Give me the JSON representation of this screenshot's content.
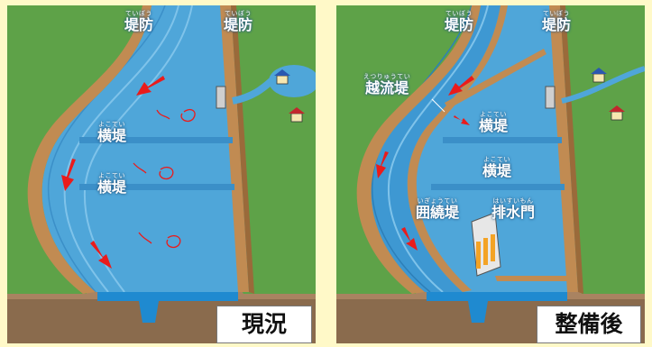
{
  "colors": {
    "background": "#fff9c8",
    "grass": "#5ea248",
    "water": "#4fa6d9",
    "water_deep": "#1f8ad0",
    "bank": "#c18b52",
    "soil": "#8a6b4d",
    "arrow": "#ea1b1b",
    "house_blue": "#2b58b0",
    "house_red": "#c2272d",
    "gate_yellow": "#f3a325"
  },
  "before": {
    "caption": "現況",
    "embankment_left": {
      "ruby": "ていぼう",
      "text": "堤防"
    },
    "embankment_right": {
      "ruby": "ていぼう",
      "text": "堤防"
    },
    "groyne_upper": {
      "ruby": "よこてい",
      "text": "横堤"
    },
    "groyne_lower": {
      "ruby": "よこてい",
      "text": "横堤"
    }
  },
  "after": {
    "caption": "整備後",
    "embankment_left": {
      "ruby": "ていぼう",
      "text": "堤防"
    },
    "embankment_right": {
      "ruby": "ていぼう",
      "text": "堤防"
    },
    "overflow_levee": {
      "ruby": "えつりゅうてい",
      "text": "越流堤"
    },
    "groyne_upper": {
      "ruby": "よこてい",
      "text": "横堤"
    },
    "groyne_lower": {
      "ruby": "よこてい",
      "text": "横堤"
    },
    "ring_levee": {
      "ruby": "いぎょうてい",
      "text": "囲繞堤"
    },
    "drain_gate": {
      "ruby": "はいすいもん",
      "text": "排水門"
    }
  }
}
